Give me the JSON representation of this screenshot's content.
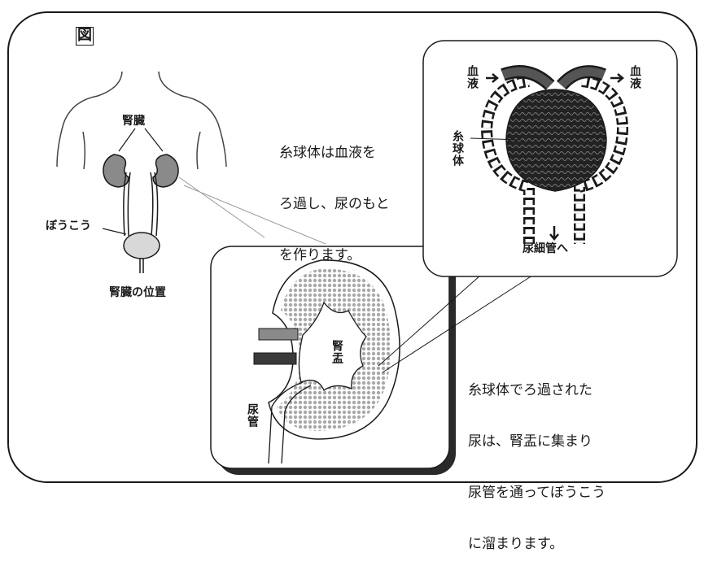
{
  "figure_label": "図",
  "body": {
    "kidney_label": "腎臓",
    "bladder_label": "ぼうこう",
    "position_caption": "腎臓の位置"
  },
  "glomerulus_note": {
    "lines": [
      "糸球体は血液を",
      "ろ過し、尿のもと",
      "を作ります。"
    ]
  },
  "glomerulus_panel": {
    "blood_in_label": "血液",
    "blood_out_label": "血液",
    "glomerulus_label": "糸球体",
    "tubule_label": "尿細管へ"
  },
  "kidney_panel": {
    "pelvis_label": "腎盂",
    "ureter_label": "尿管"
  },
  "urine_note": {
    "lines": [
      "糸球体でろ過された",
      "尿は、腎盂に集まり",
      "尿管を通ってぼうこう",
      "に溜まります。"
    ]
  },
  "colors": {
    "line": "#1a1a1a",
    "kidney_fill": "#8a8a8a",
    "cortex_fill": "#b5b5b5",
    "shadow": "#2a2a2a"
  }
}
